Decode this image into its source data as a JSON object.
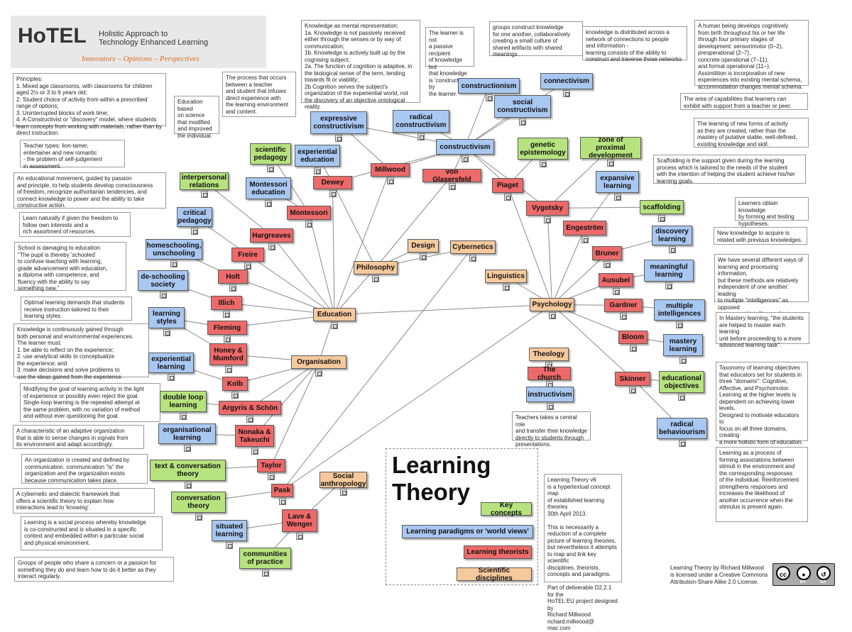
{
  "header": {
    "logo": "HoTEL",
    "subtitle": "Holistic Approach to\nTechnology Enhanced Learning",
    "tagline": "Innovators – Opinions – Perspectives"
  },
  "legend": {
    "title": "Learning\nTheory",
    "key_concepts": "Key concepts",
    "paradigms": "Learning paradigms or 'world views'",
    "theorists": "Learning theorists",
    "disciplines": "Scientific disciplines"
  },
  "colors": {
    "paradigm": "#a8c8f2",
    "concept": "#b6e37e",
    "theorist": "#ee6a6a",
    "discipline": "#f6c99c"
  },
  "license": {
    "text": "Learning Theory by Richard Millwood\nis licensed under a Creative Commons\nAttribution-Share Alike 2.0 License.",
    "by": "BY",
    "sa": "SA",
    "cc": "cc"
  },
  "nodes": {
    "constructionism": "constructionism",
    "social_constructivism": "social\nconstructivism",
    "connectivism": "connectivism",
    "radical_constructivism": "radical\nconstructivism",
    "expressive_constructivism": "expressive\nconstructivism",
    "constructivism": "constructivism",
    "genetic_epistemology": "genetic\nepistemology",
    "zone_of_proximal_development": "zone of proximal\ndevelopment",
    "scientific_pedagogy": "scientific\npedagogy",
    "experiential_education": "experiential\neducation",
    "millwood": "Millwood",
    "von_glasersfeld": "von Glasersfeld",
    "interpersonal_relations": "interpersonal\nrelations",
    "montessori_education": "Montessori\neducation",
    "dewey": "Dewey",
    "piaget": "Piaget",
    "expansive_learning": "expansive\nlearning",
    "critical_pedagogy": "critical\npedagogy",
    "montessori": "Montessori",
    "vygotsky": "Vygotsky",
    "scaffolding": "scaffolding",
    "hargreaves": "Hargreaves",
    "engestrom": "Engeström",
    "discovery_learning": "discovery\nlearning",
    "homeschooling": "homeschooling,\nunschooling",
    "freire": "Freire",
    "design": "Design",
    "cybernetics": "Cybernetics",
    "bruner": "Bruner",
    "philosophy": "Philosophy",
    "meaningful_learning": "meaningful\nlearning",
    "deschooling_society": "de-schooling\nsociety",
    "holt": "Holt",
    "linguistics": "Linguistics",
    "ausubel": "Ausubel",
    "illich": "Illich",
    "gardner": "Gardner",
    "multiple_intelligences": "multiple\nintelligences",
    "psychology": "Psychology",
    "learning_styles": "learning\nstyles",
    "education": "Education",
    "fleming": "Fleming",
    "bloom": "Bloom",
    "mastery_learning": "mastery\nlearning",
    "theology": "Theology",
    "honey_mumford": "Honey &\nMumford",
    "experiential_learning": "experiential\nlearning",
    "organisation": "Organisation",
    "the_church": "The church",
    "kolb": "Kolb",
    "skinner": "Skinner",
    "educational_objectives": "educational\nobjectives",
    "instructivism": "instructivism",
    "double_loop_learning": "double loop\nlearning",
    "argyris_schon": "Argyris & Schön",
    "radical_behaviourism": "radical\nbehaviourism",
    "organisational_learning": "organisational\nlearning",
    "nonaka_takeuchi": "Nonaka &\nTakeuchi",
    "text_conversation_theory": "text & conversation\ntheory",
    "taylor": "Taylor",
    "social_anthropology": "Social\nanthropology",
    "pask": "Pask",
    "conversation_theory": "conversation\ntheory",
    "lave_wenger": "Lave &\nWenger",
    "situated_learning": "situated\nlearning",
    "communities_of_practice": "communities\nof practice"
  },
  "notes": {
    "principles": "Principles:\n1. Mixed age classrooms, with classrooms for children aged 2½ or 3 to 6 years old;\n2. Student choice of activity from within a prescribed range of options;\n3. Uninterrupted blocks of work time;\n4. A Constructivist or \"discovery\" model, where students learn concepts from working with materials, rather than by direct instruction.",
    "education_science": "Education\nbased\non science\nthat modified\nand improved\nthe individual.",
    "process_teacher": "The process that occurs\nbetween a teacher\nand student that infuses\ndirect experience with\nthe learning environment\nand content.",
    "knowledge_mental": "Knowledge as mental representation:\n1a. Knowledge is not passively received either through the senses or by way of communication;\n1b. Knowledge is actively built up by the cognising subject;\n2a. The function of cognition is adaptive, in the biological sense of the term, tending towards fit or viability;\n2b Cognition serves the subject's organization of the experiential world, not the discovery of an objective ontological reality.",
    "learner_not_passive": "The learner is not\na passive recipient\nof knowledge but\nthat knowledge\nis 'constructed' by\nthe learner.",
    "groups_construct": "groups construct knowledge\nfor one another, collaboratively\ncreating a small culture of\nshared artifacts with shared\nmeanings",
    "knowledge_distributed": "knowledge is distributed across a\nnetwork of connections to people\nand information -\nlearning consists of the ability to\nconstruct and traverse those networks",
    "human_being": "A human being develops cognitively\nfrom birth throughout his or her life\nthrough four primary stages of\ndevelopment: sensorimotor (0–2),\npreoperational (2–7),\nconcrete operational (7–11),\nand formal operational (11–).\nAssimilition is incorporation of new\nexperiences into existing mental schema,\naccommodation changes mental schema.",
    "area_capabilities": "The area of capabilities that learners can\nexhibit with support from a teacher or peer.",
    "new_forms": "The learning of new forms of activity\nas they are created, rather than the\nmastery of putative stable, well-defined,\nexisting knowledge and skill.",
    "scaffolding_support": "Scaffolding is the support given during the learning\nprocess which is tailored to the needs of the student\nwith the intention of helping the student achieve his/her\nlearning goals.",
    "teacher_types": "Teacher types: lion-tamer,\nentertainer and new romantic\n - the problem of self-judgement\nin assessment.",
    "movement_passion": "An educational movement, guided by passion\nand principle, to help students develop consciousness\nof freedom, recognize authoritarian tendencies, and\nconnect knowledge to power and the ability to take\nconstructive action.",
    "learn_naturally": "Learn naturally if given the freedom to\nfollow own interests and a\nrich assortment of resources.",
    "learners_obtain": "Learners obtain knowledge\nby forming and testing\nhypotheses.",
    "new_knowledge": "New knowledge to acquire is\nrelated with previous knowledges.",
    "school_damaging": "School is damaging to education:\n\"The pupil is thereby 'schooled'\nto confuse teaching with learning,\ngrade advancement with education,\na diploma with competence, and\nfluency with the ability to say\nsomething new.\"",
    "several_ways": "We have several different ways of\nlearning and processing information,\nbut these methods are relatively\nindependent of one another: leading\nto multiple \"intelligences\" as opposed\nto a general intelligence factor\namong correlated abilities",
    "optimal_learning": "Optimal learning demands that students\nreceive instruction tailored to their\nlearning styles.",
    "mastery_note": "In Mastery learning, \"the students\nare helped to master each learning\nunit before proceeding to a more\nadvanced learning task\".",
    "knowledge_gained": "Knowledge is continuously gained through\nboth personal and environmental experiences.\nThe learner must:\n1. be able to reflect on the experience;\n2. use analytical skills to conceptualize\nthe experience; and\n3. make decisions and solve problems to\nuse the ideas gained from the experience.",
    "taxonomy": "Taxonomy of learning objectives\nthat educators set for students in\nthree \"domains\": Cognitive,\nAffective, and Psychomotor.\nLearning at the higher levels is\ndependent on achieving lower levels.\nDesigned to motivate educators to\nfocus on all three domains, creating\na more holistic form of education.",
    "modifying_goal": "Modifying the goal of learning activity in the light\nof experience or possibly even reject the goal.\nSingle-loop learning is the repeated attempt at\nthe same problem, with no variation of method\nand without ever questioning the goal.",
    "teachers_central": "Teachers takes a central role\nand transfer their knowledge\ndirectly to students through\npresentations.",
    "adaptive_org": "A characteristic of an adaptive organization\nthat is able to sense changes in signals from\nits environment and adapt accordingly.",
    "process_forming": "Learning as a process of\nforming associations between\nstimuli in the environment and\nthe corresponding responses\nof the individual. Reinforcement\nstrengthens responses and\nincreases the likelihood of\nanother occurrence when the\nstimulus is present again.",
    "org_created": "An organization is created and defined by\ncommunication. communication \"is\" the\norganization and the organization exists\nbecause communication takes place.",
    "version_info": "Learning Theory v6\nis a hypertextual concept map\nof established learning theories\n30th April 2013.\n\nThis is necessarily a\nreduction of a complete\npicture of learning theories,\nbut nevertheless it attempts\nto map and link key scientific\ndisciplines, theorists,\nconcepts and paradigms.\n\nPart of deliverable D2.2.1 for the\nHoTEL EU project designed by\nRichard Millwood\nrichard.millwood@ mac.com",
    "cybernetic_dialectic": "A cybernetic and dialectic framework that\noffers a scientific theory to explain how\ninteractions lead to 'knowing'.",
    "social_process": "Learning is a social process whereby knowledge\nis co-constructed and is situated in a specific\ncontext and embedded within a particular social\nand physical environment.",
    "groups_people": "Groups of people who share a concern or a passion for\nsomething they do and learn how to do it better as they\ninteract regularly."
  }
}
